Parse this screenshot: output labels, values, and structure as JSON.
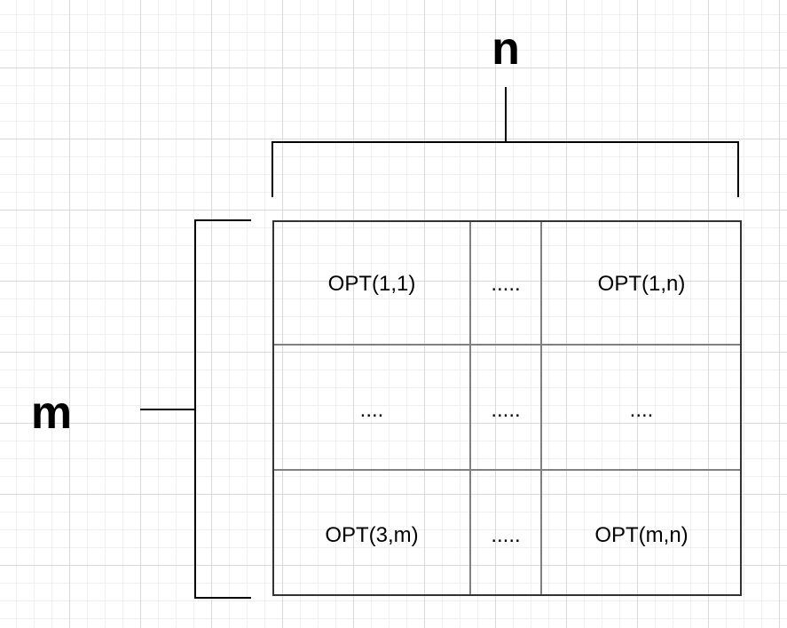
{
  "labels": {
    "n": "n",
    "m": "m"
  },
  "grid": {
    "rows": [
      [
        "OPT(1,1)",
        ".....",
        "OPT(1,n)"
      ],
      [
        "....",
        ".....",
        "...."
      ],
      [
        "OPT(3,m)",
        ".....",
        "OPT(m,n)"
      ]
    ]
  },
  "colors": {
    "stroke": "#000000",
    "inner_grid": "#808080",
    "outer_grid": "#333333"
  }
}
